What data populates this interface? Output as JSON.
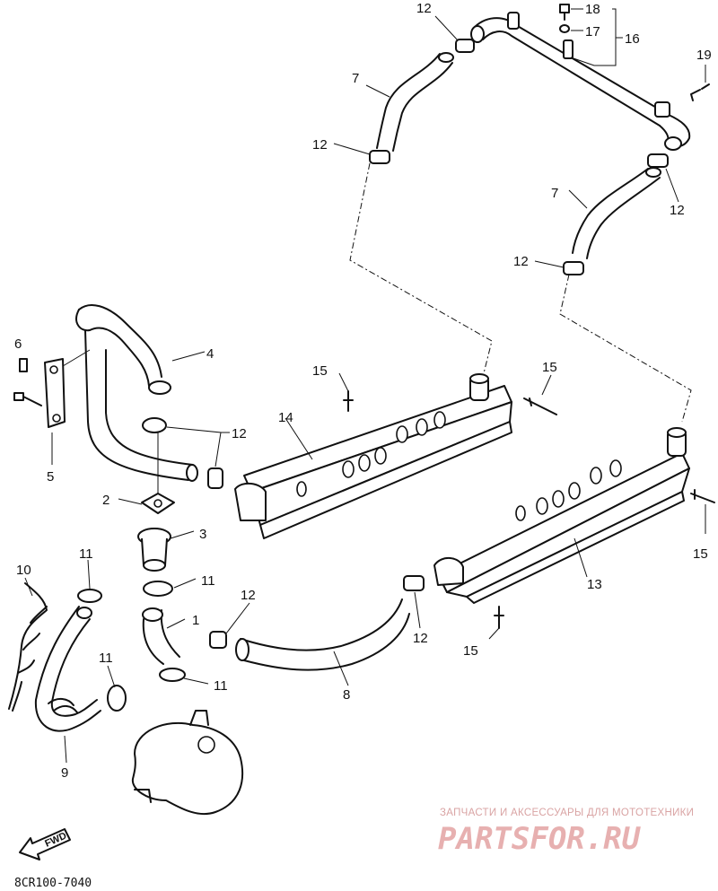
{
  "callouts": {
    "c1": "1",
    "c2": "2",
    "c3": "3",
    "c4": "4",
    "c5": "5",
    "c6": "6",
    "c7a": "7",
    "c7b": "7",
    "c8": "8",
    "c9": "9",
    "c10": "10",
    "c11a": "11",
    "c11b": "11",
    "c11c": "11",
    "c11d": "11",
    "c12a": "12",
    "c12b": "12",
    "c12c": "12",
    "c12d": "12",
    "c12e": "12",
    "c12f": "12",
    "c12g": "12",
    "c13": "13",
    "c14": "14",
    "c15a": "15",
    "c15b": "15",
    "c15c": "15",
    "c15d": "15",
    "c16": "16",
    "c17": "17",
    "c18": "18",
    "c19": "19"
  },
  "fwd_label": "FWD",
  "diagram_code": "8CR100-7040",
  "watermark": {
    "tagline": "ЗАПЧАСТИ И АКСЕССУАРЫ ДЛЯ МОТОТЕХНИКИ",
    "brand": "PARTSFOR.RU"
  },
  "colors": {
    "ink": "#111111",
    "watermark": "#e7b0b0"
  }
}
